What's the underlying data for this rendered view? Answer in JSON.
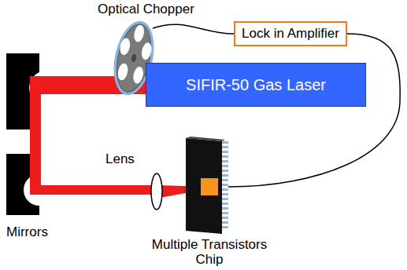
{
  "diagram": {
    "nodes": [
      {
        "text": [
          "Optical Chopper"
        ]
      },
      {
        "text": [
          "Lock in Amplifier"
        ]
      },
      {
        "text": [
          "SIFIR-50 Gas Laser"
        ]
      },
      {
        "text": [
          "Multiple Transistors Chip"
        ]
      }
    ],
    "edges": [
      {
        "from": 0,
        "to": 1,
        "arrow": "none"
      },
      {
        "from": 1,
        "to": 3,
        "arrow": "none"
      }
    ],
    "labels": [
      "Lens",
      "Mirrors"
    ]
  }
}
